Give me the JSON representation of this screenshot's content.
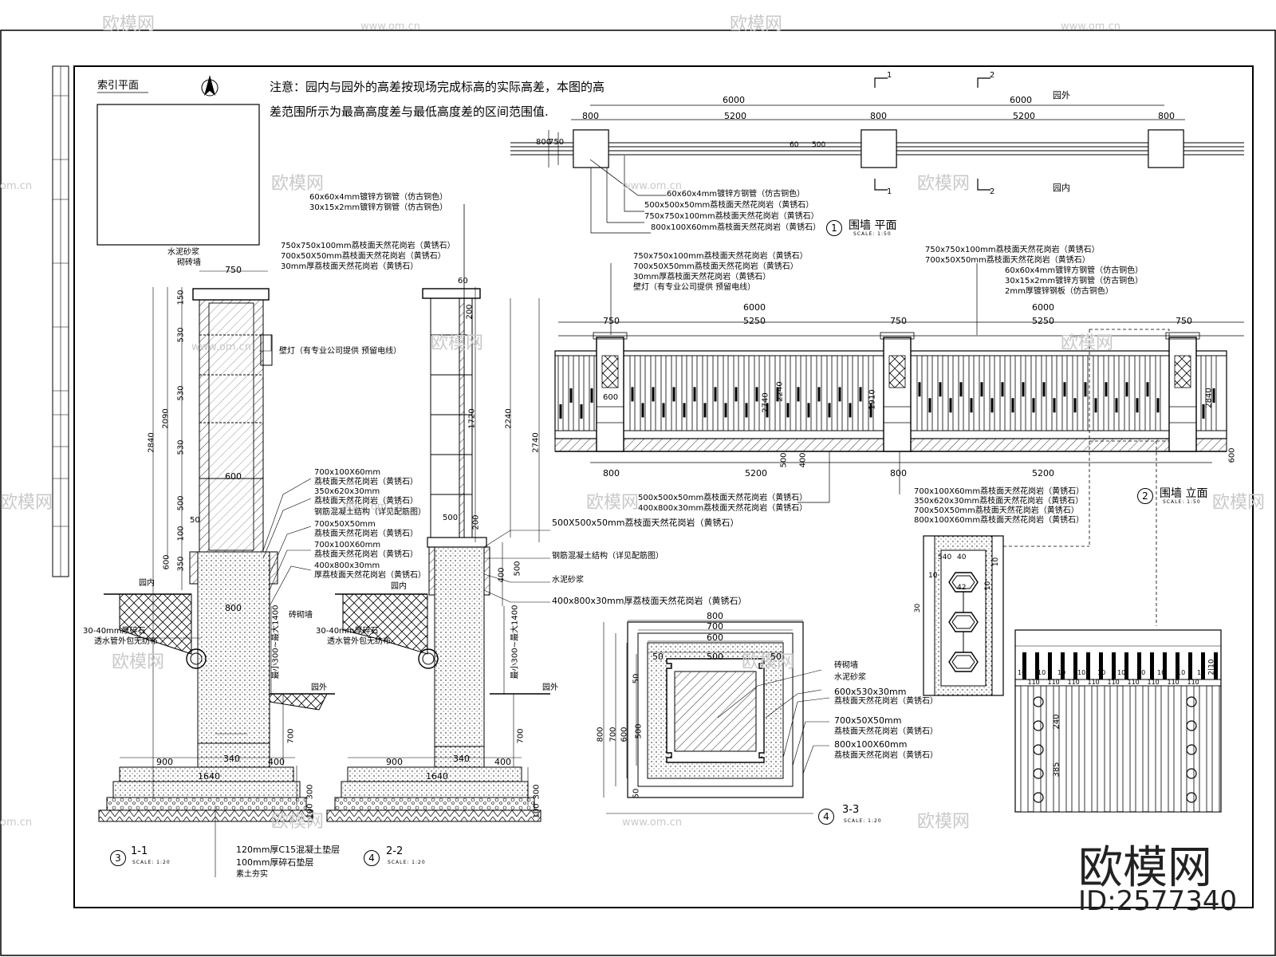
{
  "notes": {
    "line1": "注意：园内与园外的高差按现场完成标高的实际高差，本图的高",
    "line2": "差范围所示为最高高度差与最低高度差的区间范围值."
  },
  "index_plan": {
    "label": "索引平面"
  },
  "watermark": {
    "site": "www.om.cn",
    "site_short": "om.cn",
    "name": "欧模网"
  },
  "brand": {
    "name": "欧模网",
    "id": "ID:2577340"
  },
  "plan": {
    "title": "围墙 平面",
    "mark": "1",
    "scale": "SCALE: 1:50",
    "outside": "园外",
    "inside": "园内",
    "dims_top": [
      "6000",
      "6000"
    ],
    "dims_mid": [
      "800",
      "5200",
      "800",
      "5200",
      "800"
    ],
    "dims_side": [
      "800",
      "750",
      "60",
      "500"
    ],
    "section_marks": [
      "1",
      "2",
      "1",
      "2"
    ],
    "callouts": [
      "60x60x4mm镀锌方钢管（仿古铜色）",
      "500x500x50mm荔枝面天然花岗岩（黄锈石）",
      "750x750x100mm荔枝面天然花岗岩（黄锈石）",
      "800x100X60mm荔枝面天然花岗岩（黄锈石）"
    ]
  },
  "elevation": {
    "title": "围墙 立面",
    "mark": "2",
    "scale": "SCALE: 1:50",
    "dims_top": [
      "6000",
      "6000"
    ],
    "dims_mid": [
      "750",
      "5250",
      "750",
      "5250",
      "750"
    ],
    "dims_bottom": [
      "800",
      "5200",
      "800",
      "5200"
    ],
    "dims_v": [
      "2740",
      "2240",
      "1910",
      "2840",
      "600",
      "500",
      "400"
    ],
    "pier_label": "600",
    "callouts_left": [
      "750x750x100mm荔枝面天然花岗岩（黄锈石）",
      "700x50X50mm荔枝面天然花岗岩（黄锈石）",
      "30mm厚荔枝面天然花岗岩（黄锈石）",
      "壁灯（有专业公司提供 预留电线）"
    ],
    "callouts_right": [
      "750x750x100mm荔枝面天然花岗岩（黄锈石）",
      "700x50X50mm荔枝面天然花岗岩（黄锈石）",
      "60x60x4mm镀锌方钢管（仿古铜色）",
      "30x15x2mm镀锌方钢管（仿古铜色）",
      "2mm厚镀锌钢板（仿古铜色）"
    ],
    "callouts_bottom_left": [
      "500x500x50mm荔枝面天然花岗岩（黄锈石）",
      "400x800x30mm荔枝面天然花岗岩（黄锈石）"
    ],
    "callouts_bottom_right": [
      "700x100X60mm荔枝面天然花岗岩（黄锈石）",
      "350x620x30mm荔枝面天然花岗岩（黄锈石）",
      "700x50X50mm荔枝面天然花岗岩（黄锈石）",
      "800x100X60mm荔枝面天然花岗岩（黄锈石）"
    ]
  },
  "section11": {
    "title": "1-1",
    "mark": "3",
    "scale": "SCALE: 1:20",
    "top_labels": [
      "水泥砂浆",
      "砌砖墙"
    ],
    "dims_v": [
      "150",
      "530",
      "530",
      "530",
      "500",
      "100",
      "350",
      "50",
      "600",
      "2840",
      "2090",
      "700",
      "300",
      "100"
    ],
    "dims_h": [
      "750",
      "600",
      "800",
      "900",
      "340",
      "400",
      "1640"
    ],
    "lamp_label": "壁灯（有专业公司提供 预留电线）",
    "callouts": [
      "700x100X60mm",
      "荔枝面天然花岗岩（黄锈石）",
      "350x620x30mm",
      "荔枝面天然花岗岩（黄锈石）",
      "钢筋混凝土结构（详见配筋图）",
      "700x50X50mm",
      "荔枝面天然花岗岩（黄锈石）",
      "700x100X60mm",
      "荔枝面天然花岗岩（黄锈石）",
      "400x800x30mm",
      "厚荔枝面天然花岗岩（黄锈石）"
    ],
    "inside": "园内",
    "outside": "园外",
    "brick": "砖砌墙",
    "drain1": "30-40mm厚碎石",
    "drain2": "透水管外包无纺布",
    "height_range": "最小300~最大1400",
    "base_layers": [
      "120mm厚C15混凝土垫层",
      "100mm厚碎石垫层",
      "素土夯实"
    ]
  },
  "section22": {
    "title": "2-2",
    "mark": "4",
    "scale": "SCALE: 1:20",
    "dims_v": [
      "60",
      "200",
      "1720",
      "2240",
      "2740",
      "200",
      "500",
      "400",
      "700",
      "300",
      "100"
    ],
    "dims_h": [
      "500",
      "900",
      "340",
      "400",
      "1640"
    ],
    "top_callouts": [
      "60x60x4mm镀锌方钢管（仿古铜色）",
      "30x15x2mm镀锌方钢管（仿古铜色）"
    ],
    "top_stone": [
      "750x750x100mm荔枝面天然花岗岩（黄锈石）",
      "700x50X50mm荔枝面天然花岗岩（黄锈石）",
      "30mm厚荔枝面天然花岗岩（黄锈石）"
    ],
    "callouts": [
      "500X500x50mm荔枝面天然花岗岩（黄锈石）",
      "钢筋混凝土结构（详见配筋图）",
      "水泥砂浆",
      "400x800x30mm厚荔枝面天然花岗岩（黄锈石）"
    ],
    "inside": "园内",
    "outside": "园外",
    "drain1": "30-40mm厚碎石",
    "drain2": "透水管外包无纺布",
    "height_range": "最小300~最大1400"
  },
  "section33": {
    "title": "3-3",
    "mark": "4",
    "scale": "SCALE: 1:20",
    "dims_h": [
      "800",
      "700",
      "600",
      "50",
      "500",
      "50"
    ],
    "dims_v": [
      "800",
      "700",
      "600",
      "50",
      "500",
      "50"
    ],
    "callouts": [
      "砖砌墙",
      "水泥砂浆",
      "600x530x30mm",
      "荔枝面天然花岗岩（黄锈石）",
      "700x50X50mm",
      "荔枝面天然花岗岩（黄锈石）",
      "800x100X60mm",
      "荔枝面天然花岗岩（黄锈石）"
    ]
  },
  "detail_hex": {
    "dims": [
      "540",
      "40",
      "10",
      "30",
      "42",
      "10",
      "10"
    ]
  },
  "detail_fence": {
    "dims_top": [
      "10",
      "110",
      "10",
      "110",
      "10",
      "110",
      "10",
      "110",
      "10",
      "110",
      "10",
      "110",
      "10",
      "110",
      "10",
      "110",
      "10",
      "110",
      "10"
    ],
    "dims_v": [
      "240",
      "385"
    ],
    "corner": "2|10"
  }
}
